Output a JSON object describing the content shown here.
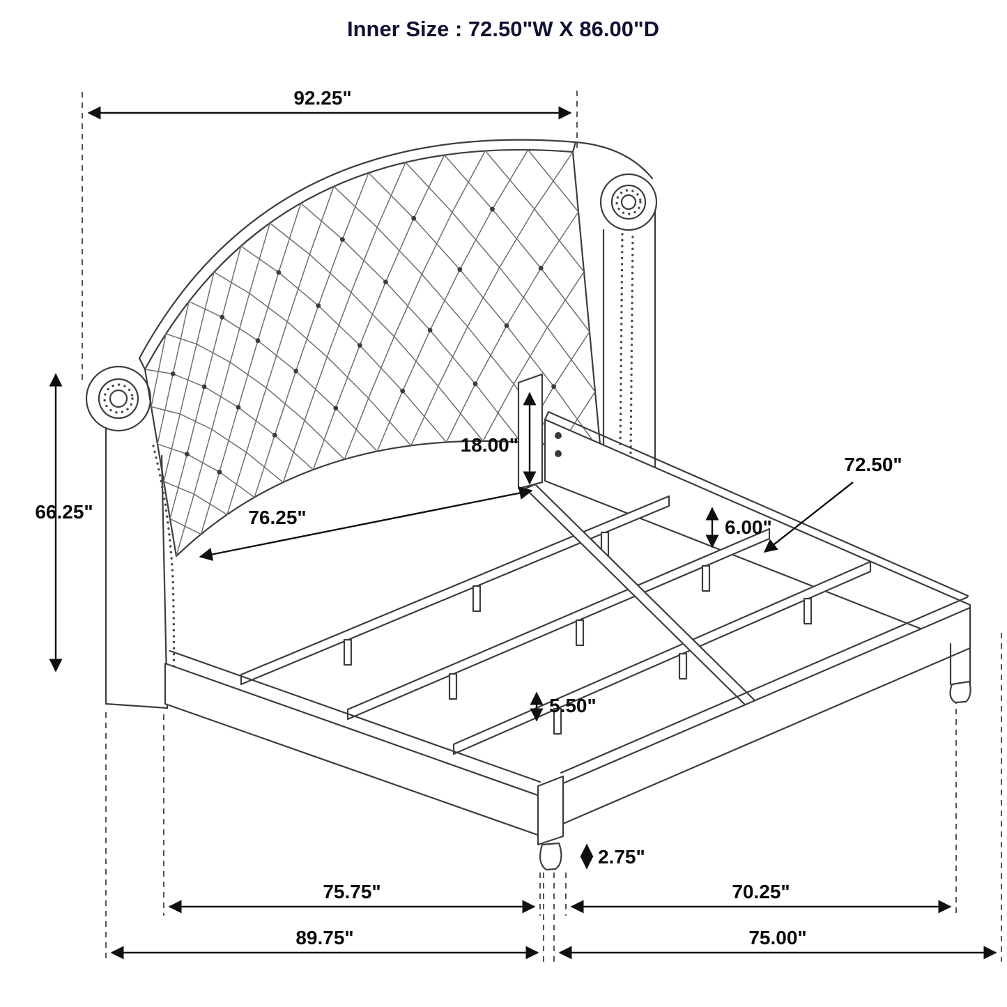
{
  "title": "Inner Size : 72.50\"W X 86.00\"D",
  "dimensions": {
    "overall_width": "92.25\"",
    "headboard_height": "66.25\"",
    "headboard_inner_width": "76.25\"",
    "headboard_to_rail": "18.00\"",
    "side_rail_height": "6.00\"",
    "slat_length": "72.50\"",
    "slat_leg_height": "5.50\"",
    "foot_height": "2.75\"",
    "frame_side_length": "75.75\"",
    "frame_front_width": "70.25\"",
    "overall_side_length": "89.75\"",
    "overall_front_width": "75.00\""
  },
  "colors": {
    "line": "#3d3d3d",
    "label": "#0b0b0b",
    "title": "#101233",
    "background": "#ffffff"
  }
}
